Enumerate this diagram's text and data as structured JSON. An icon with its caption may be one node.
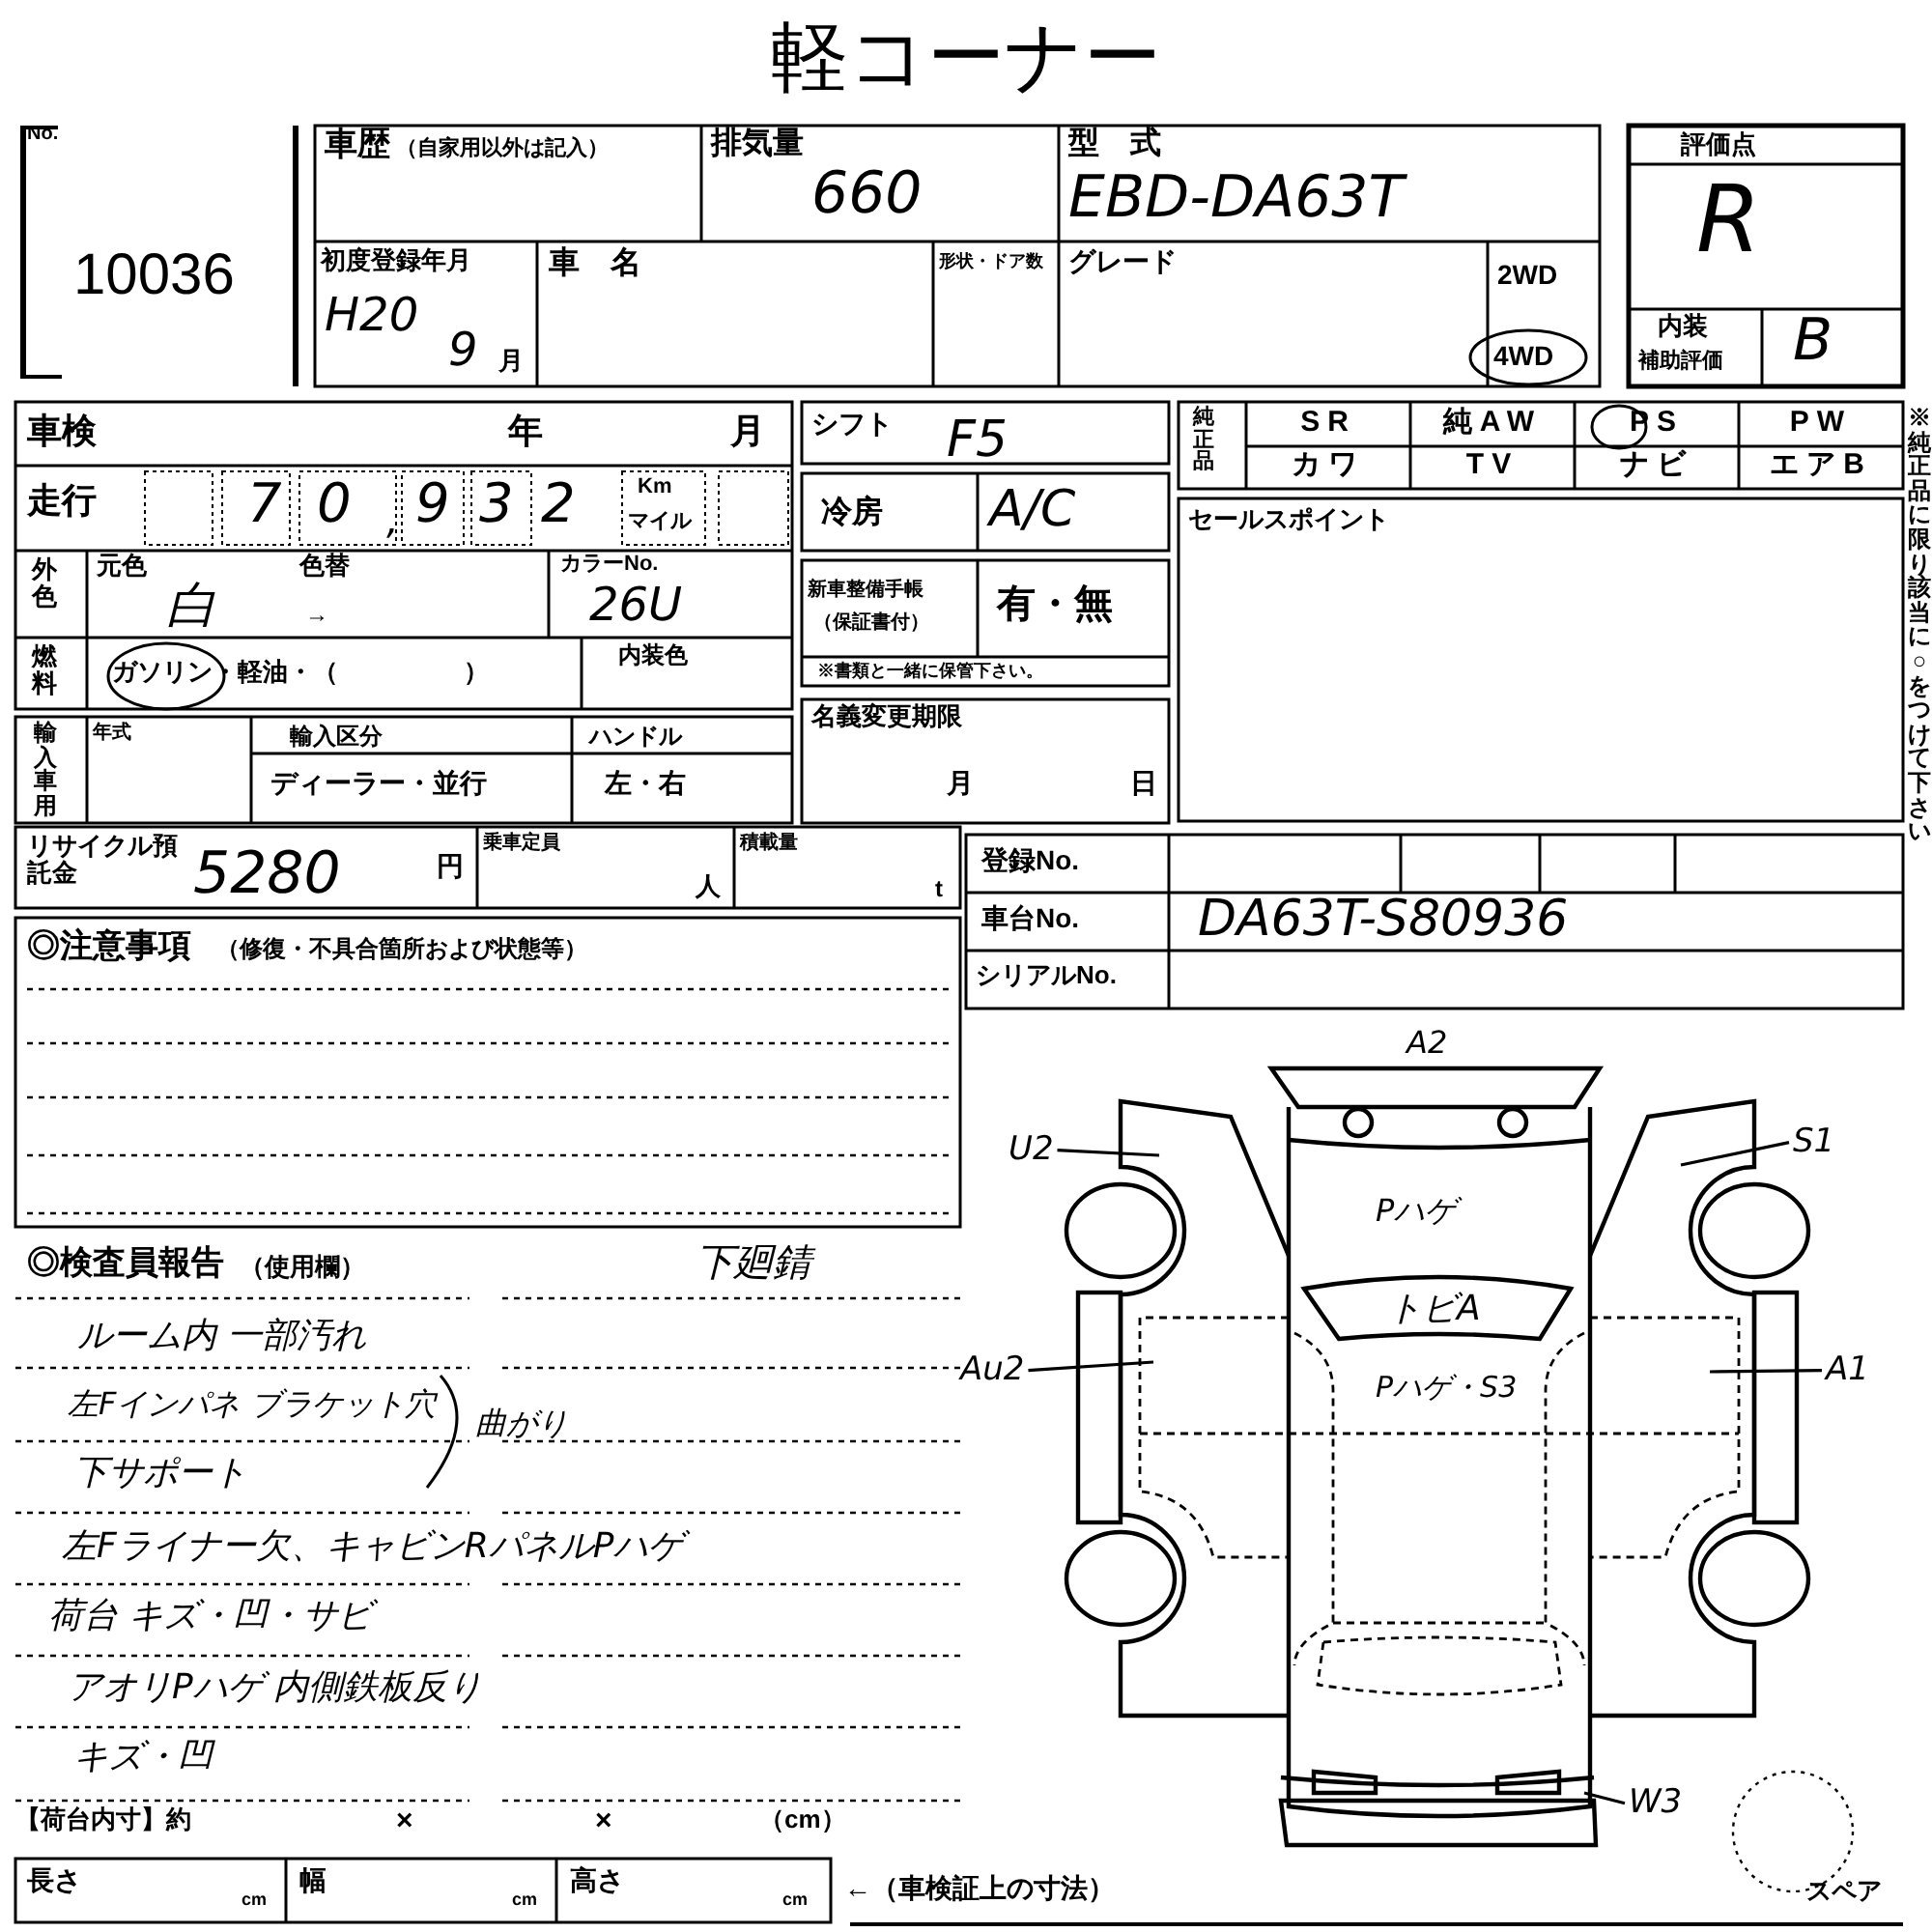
{
  "diagram": {
    "title": "軽コーナー",
    "nodes": [
      {
        "text": [
          "U2"
        ]
      },
      {
        "text": [
          "S1"
        ]
      },
      {
        "text": [
          "Au2"
        ]
      },
      {
        "text": [
          "A1"
        ]
      },
      {
        "text": [
          "W3"
        ]
      }
    ],
    "edges": [
      {
        "from": 0,
        "to": null,
        "arrow": "none"
      },
      {
        "from": 1,
        "to": null,
        "arrow": "none"
      },
      {
        "from": 2,
        "to": null,
        "arrow": "none"
      },
      {
        "from": 3,
        "to": null,
        "arrow": "none"
      },
      {
        "from": 4,
        "to": null,
        "arrow": "none"
      }
    ],
    "labels": [
      "No.",
      "10036",
      "車歴",
      "（自家用以外は記入）",
      "排気量",
      "660",
      "型　式",
      "EBD-DA63T",
      "初度登録年月",
      "H20",
      "9",
      "月",
      "車　名",
      "形状・ドア数",
      "グレード",
      "2WD",
      "4WD",
      "評価点",
      "R",
      "内装",
      "補助評価",
      "B",
      "車検",
      "年",
      "月",
      "シフト",
      "F5",
      "純正品",
      "SR",
      "純AW",
      "PS",
      "PW",
      "カワ",
      "TV",
      "ナビ",
      "エアB",
      "走行",
      "7",
      "0",
      ",",
      "9",
      "3",
      "2",
      "Km",
      "マイル",
      "冷房",
      "A/C",
      "セールスポイント",
      "外色",
      "元色",
      "色替",
      "白",
      "→",
      "カラーNo.",
      "26U",
      "新車整備手帳",
      "（保証書付）",
      "有・無",
      "※書類と一緒に保管下さい。",
      "燃料",
      "ガソリン・軽油・（　　　　　）",
      "内装色",
      "名義変更期限",
      "月",
      "日",
      "輸入車用",
      "年式",
      "輸入区分",
      "ハンドル",
      "ディーラー・並行",
      "左・右",
      "リサイクル預託金",
      "5280",
      "円",
      "乗車定員",
      "人",
      "積載量",
      "t",
      "登録No.",
      "車台No.",
      "DA63T-S80936",
      "シリアルNo.",
      "◎注意事項",
      "（修復・不具合箇所および状態等）",
      "※純正品に限り該当に○をつけて下さい",
      "◎検査員報告",
      "（使用欄）",
      "下廻錆",
      "ルーム内 一部汚れ",
      "左Fインパネ ブラケット穴",
      "曲がり",
      "下サポート",
      "左Fライナー欠、キャビンRパネルPハゲ",
      "荷台 キズ・凹・サビ",
      "アオリPハゲ 内側鉄板反り",
      "キズ・凹",
      "【荷台内寸】約",
      "×",
      "×",
      "（cm）",
      "長さ",
      "cm",
      "幅",
      "cm",
      "高さ",
      "cm",
      "←（車検証上の寸法）",
      "A2",
      "Pハゲ",
      "トビA",
      "Pハゲ・S3",
      "スペア"
    ]
  }
}
